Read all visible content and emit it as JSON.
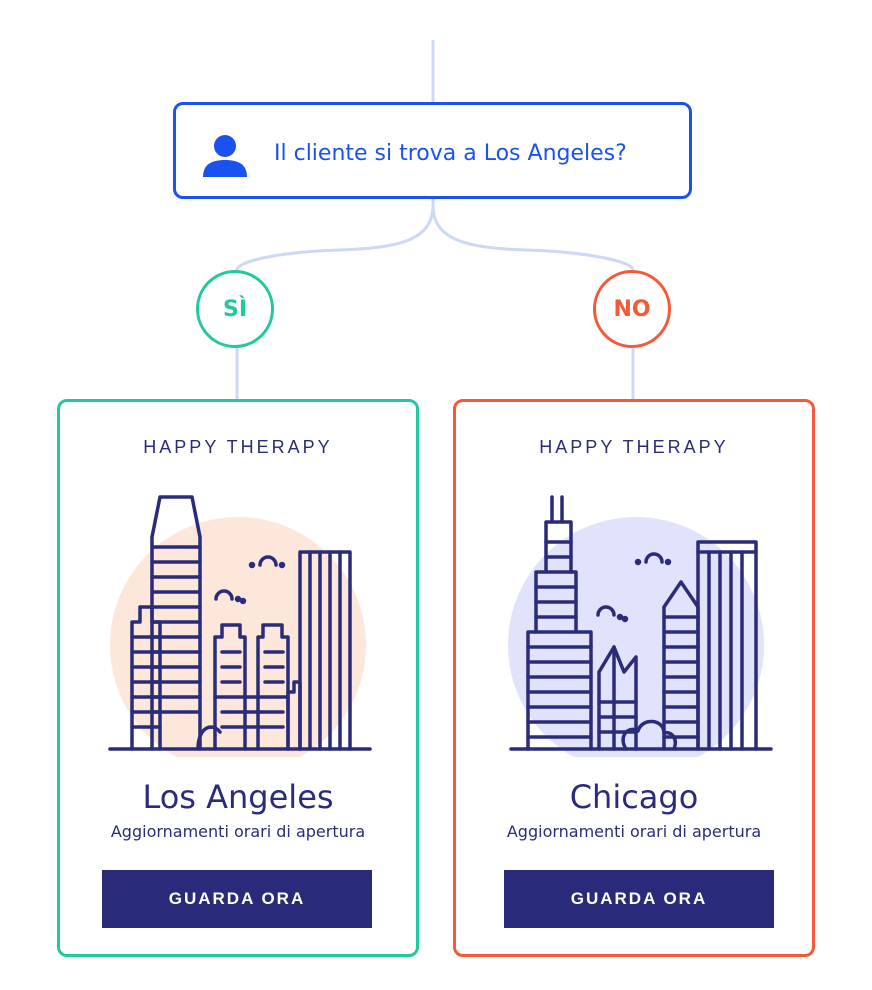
{
  "question": {
    "icon": "user-icon",
    "text": "Il cliente si trova a Los Angeles?"
  },
  "branches": {
    "yes_label": "SÌ",
    "no_label": "NO"
  },
  "cards": [
    {
      "brand": "HAPPY THERAPY",
      "city": "Los Angeles",
      "subtitle": "Aggiornamenti orari di apertura",
      "cta": "GUARDA ORA",
      "illustration": "los-angeles-skyline-icon"
    },
    {
      "brand": "HAPPY THERAPY",
      "city": "Chicago",
      "subtitle": "Aggiornamenti orari di apertura",
      "cta": "GUARDA ORA",
      "illustration": "chicago-skyline-icon"
    }
  ],
  "colors": {
    "primary_blue": "#1a52f0",
    "yes_green": "#22c99d",
    "no_orange": "#f45a37",
    "navy": "#2a2c7a",
    "connector": "#cdd8f7",
    "la_sun": "#fde6da",
    "chi_sun": "#e1e2fb"
  }
}
